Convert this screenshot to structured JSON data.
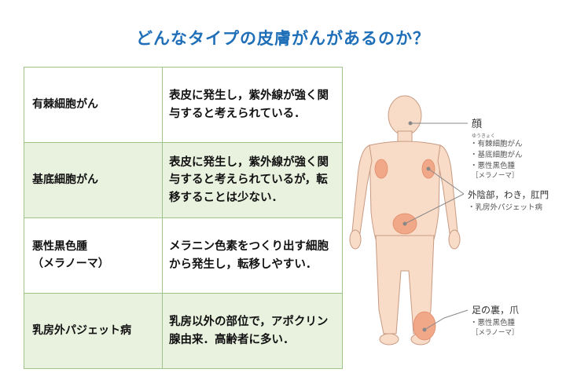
{
  "title": "どんなタイプの皮膚がんがあるのか？",
  "rows": [
    {
      "name": "有棘細胞がん",
      "name2": "",
      "desc": "表皮に発生し，紫外線が強く関与すると考えられている．"
    },
    {
      "name": "基底細胞がん",
      "name2": "",
      "desc": "表皮に発生し，紫外線が強く関与すると考えられているが，転移することは少ない．"
    },
    {
      "name": "悪性黒色腫",
      "name2": "（メラノーマ）",
      "desc": "メラニン色素をつくり出す細胞から発生し，転移しやすい．"
    },
    {
      "name": "乳房外パジェット病",
      "name2": "",
      "desc": "乳房以外の部位で，アポクリン腺由来．高齢者に多い．"
    }
  ],
  "figure": {
    "face": {
      "title": "顔",
      "ruby": "ゆうきょく",
      "items": [
        "・有棘細胞がん",
        "・基底細胞がん",
        "・悪性黒色腫",
        "［メラノーマ］"
      ]
    },
    "groin": {
      "title": "外陰部，わき，肛門",
      "items": [
        "・乳房外パジェット病"
      ]
    },
    "foot": {
      "title": "足の裏，爪",
      "items": [
        "・悪性黒色腫",
        "［メラノーマ］"
      ]
    }
  },
  "colors": {
    "title": "#1f6fb8",
    "table_border": "#9fc58a",
    "row_shade": "#e9f1df",
    "skin": "#f9dcc8",
    "skin_outline": "#c79a82",
    "lesion": "#f0a888",
    "leader": "#888888"
  }
}
